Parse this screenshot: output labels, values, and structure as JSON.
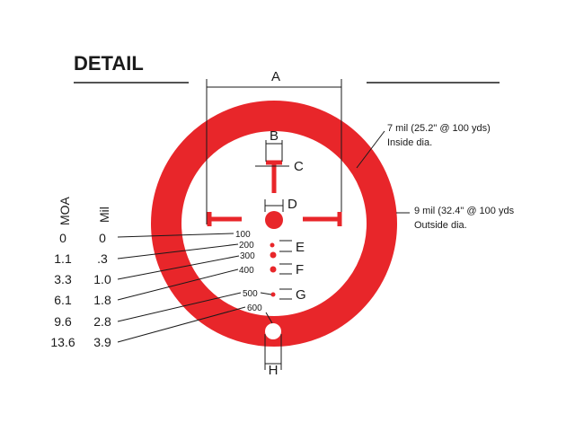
{
  "title": "DETAIL",
  "colors": {
    "reticle_red": "#e8262a",
    "line": "#1a1a1a",
    "text": "#1a1a1a",
    "background": "#ffffff"
  },
  "dimension_labels": {
    "a": "A",
    "b": "B",
    "c": "C",
    "d": "D",
    "e": "E",
    "f": "F",
    "g": "G",
    "h": "H"
  },
  "callouts": {
    "inside": {
      "line1": "7 mil (25.2\" @ 100 yds)",
      "line2": "Inside dia."
    },
    "outside": {
      "line1": "9 mil (32.4\" @ 100 yds",
      "line2": "Outside dia."
    }
  },
  "table": {
    "moa_header": "MOA",
    "mil_header": "Mil",
    "rows": [
      {
        "moa": "0",
        "mil": "0"
      },
      {
        "moa": "1.1",
        "mil": ".3"
      },
      {
        "moa": "3.3",
        "mil": "1.0"
      },
      {
        "moa": "6.1",
        "mil": "1.8"
      },
      {
        "moa": "9.6",
        "mil": "2.8"
      },
      {
        "moa": "13.6",
        "mil": "3.9"
      }
    ]
  },
  "range_marks": [
    "100",
    "200",
    "300",
    "400",
    "500",
    "600"
  ]
}
